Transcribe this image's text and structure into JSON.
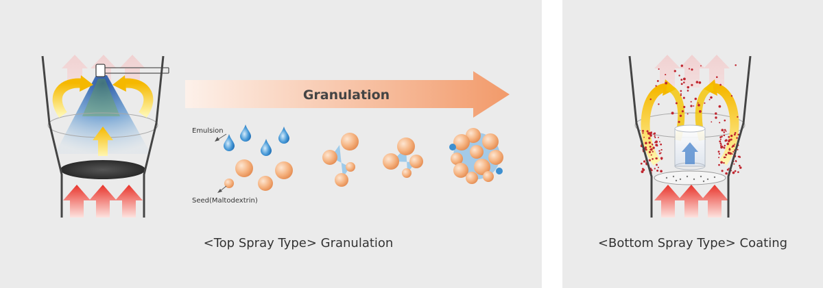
{
  "left_panel": {
    "arrow_label": "Granulation",
    "emulsion_label": "Emulsion",
    "seed_label": "Seed(Maltodextrin)",
    "caption": "<Top Spray Type> Granulation"
  },
  "right_panel": {
    "caption": "<Bottom Spray Type> Coating"
  },
  "colors": {
    "panel_bg": "#ebebeb",
    "granulation_arrow_start": "#fdf1ea",
    "granulation_arrow_end": "#f29a6a",
    "air_arrow_red": "#e8342b",
    "flow_arrow_yellow": "#f7c800",
    "spray_blue": "#2a6fc0",
    "particle_orange": "#f5b27f",
    "droplet_blue": "#3d8fd0",
    "coating_dot": "#c0262f"
  },
  "icons": [
    "spray-nozzle-icon",
    "red-air-arrow-icon",
    "yellow-flow-arrow-icon",
    "water-drop-icon",
    "particle-icon"
  ]
}
